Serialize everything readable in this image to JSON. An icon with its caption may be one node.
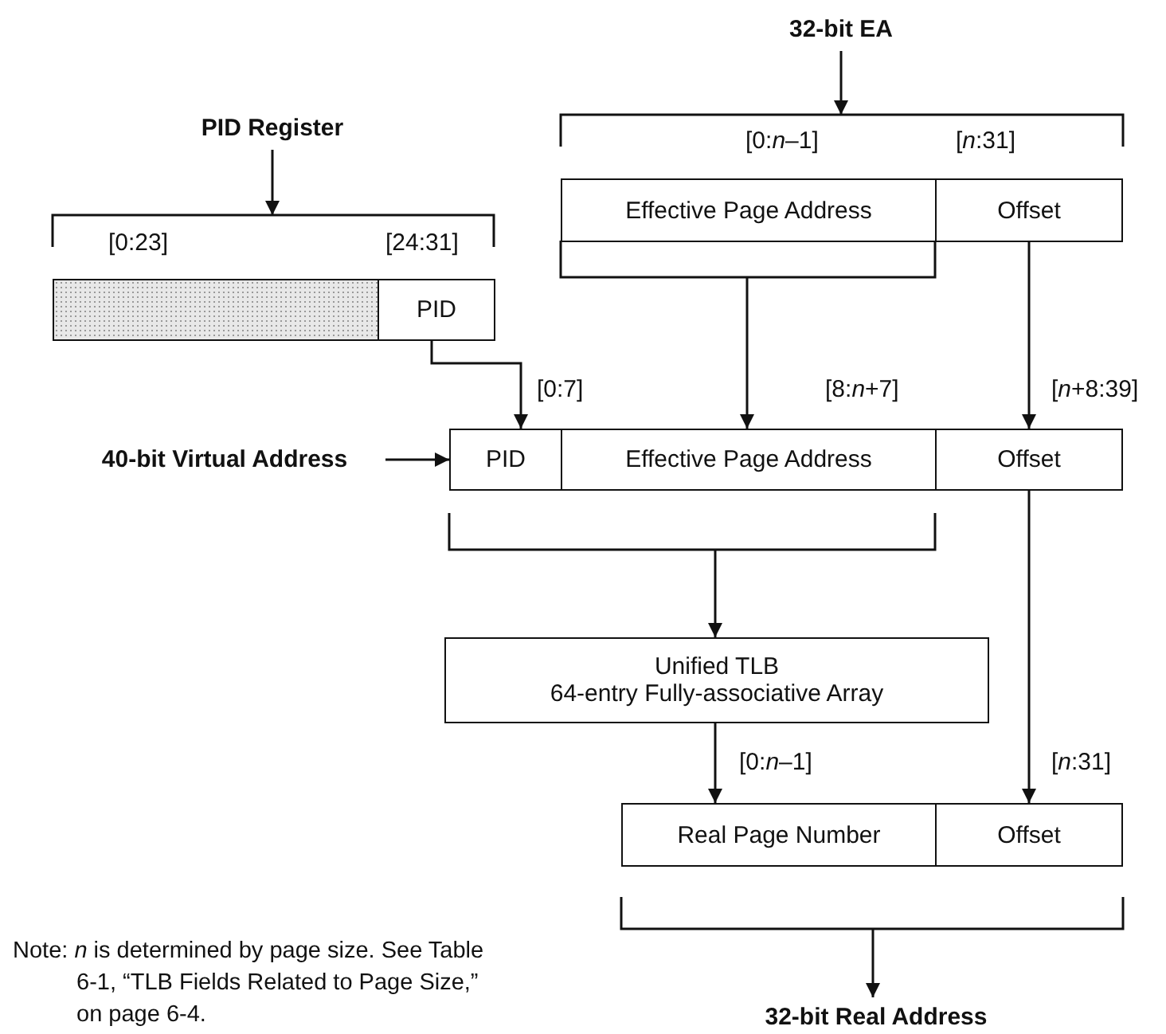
{
  "diagram": {
    "nodes": [
      {
        "text": [
          "32-bit EA"
        ]
      },
      {
        "text": [
          "PID Register"
        ]
      },
      {
        "text": [
          "40-bit Virtual Address"
        ]
      },
      {
        "text": [],
        "shape": "box"
      },
      {
        "text": [
          "PID"
        ]
      },
      {
        "text": [
          "Effective Page Address"
        ]
      },
      {
        "text": [
          "Offset"
        ]
      },
      {
        "text": [
          "PID"
        ]
      },
      {
        "text": [
          "Effective Page Address"
        ]
      },
      {
        "text": [
          "Offset"
        ]
      },
      {
        "text": [
          "Unified TLB",
          "64-entry Fully-associative Array"
        ]
      },
      {
        "text": [
          "Real Page Number"
        ]
      },
      {
        "text": [
          "Offset"
        ]
      },
      {
        "text": [
          "32-bit Real Address"
        ]
      },
      {
        "text": [],
        "shape": "bracket"
      },
      {
        "text": [],
        "shape": "bracket"
      },
      {
        "text": [],
        "shape": "bracket"
      },
      {
        "text": [],
        "shape": "bracket"
      },
      {
        "text": [],
        "shape": "bracket"
      }
    ],
    "edges": [
      {
        "from": 0,
        "to": 14,
        "arrow": "to"
      },
      {
        "from": 1,
        "to": 15,
        "arrow": "to"
      },
      {
        "from": 2,
        "to": 7,
        "arrow": "to"
      },
      {
        "from": 4,
        "to": 7,
        "arrow": "to"
      },
      {
        "from": 16,
        "to": 8,
        "arrow": "to"
      },
      {
        "from": 6,
        "to": 9,
        "arrow": "to"
      },
      {
        "from": 17,
        "to": 10,
        "arrow": "to"
      },
      {
        "from": 10,
        "to": 11,
        "arrow": "to"
      },
      {
        "from": 9,
        "to": 12,
        "arrow": "to"
      },
      {
        "from": 18,
        "to": 13,
        "arrow": "to"
      }
    ],
    "labels": [
      "[0:*n*–1]",
      "[*n*:31]",
      "[0:23]",
      "[24:31]",
      "[0:7]",
      "[8:*n*+7]",
      "[*n*+8:39]",
      "[0:*n*–1]",
      "[*n*:31]",
      "Note: *n* is determined by page size. See Table 6-1, “TLB Fields Related to Page Size,” on page 6-4."
    ]
  }
}
